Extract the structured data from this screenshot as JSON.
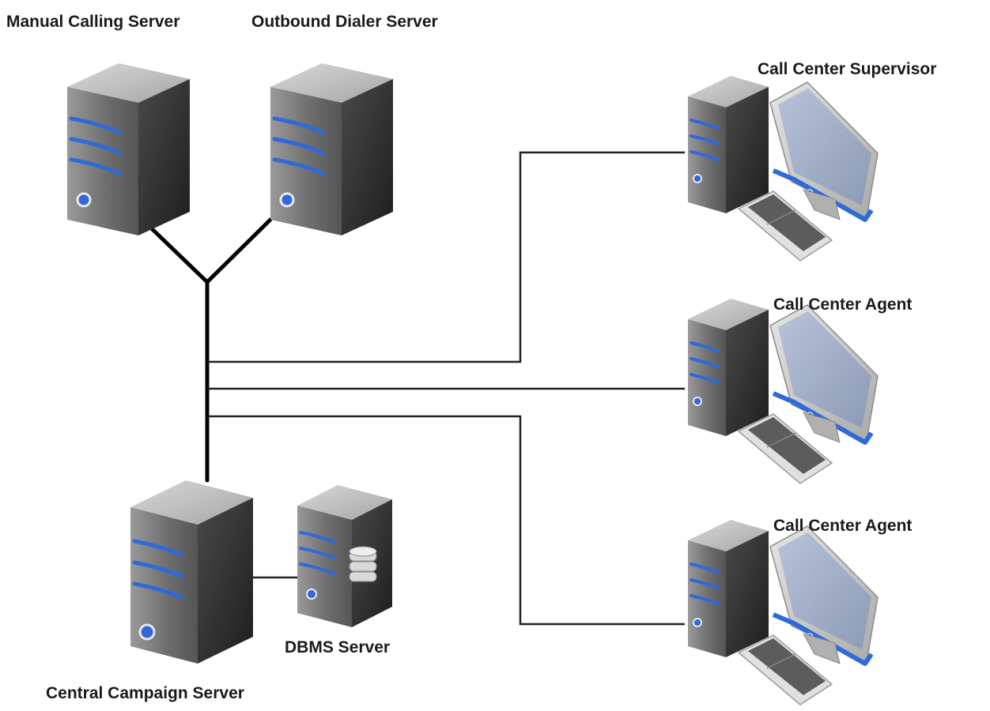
{
  "labels": {
    "manual_calling_server": "Manual Calling Server",
    "outbound_dialer_server": "Outbound Dialer Server",
    "call_center_supervisor": "Call Center Supervisor",
    "call_center_agent_1": "Call Center Agent",
    "call_center_agent_2": "Call Center Agent",
    "dbms_server": "DBMS Server",
    "central_campaign_server": "Central Campaign Server"
  },
  "colors": {
    "server_body": "#6a6a6a",
    "server_side": "#3c3c3c",
    "accent_blue": "#2f6ad8",
    "screen": "#9aa8c2",
    "trunk_line": "#000000",
    "link_line": "#222222"
  },
  "icons": {
    "server": "server-tower-icon",
    "database": "database-stack-icon",
    "workstation": "desktop-workstation-icon"
  }
}
